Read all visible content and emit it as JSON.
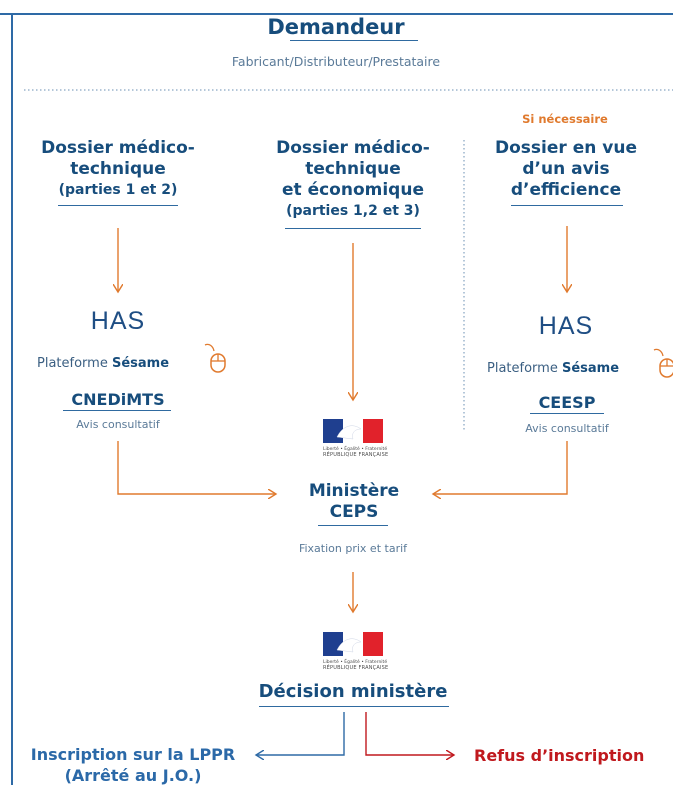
{
  "top": {
    "title": "Demandeur",
    "subtitle": "Fabricant/Distributeur/Prestataire"
  },
  "left": {
    "title_lines": [
      "Dossier médico-",
      "technique",
      "(parties 1 et 2)"
    ],
    "logo": "HAS",
    "platform_prefix": "Plateforme ",
    "platform_name": "Sésame",
    "body": "CNEDiMTS",
    "note": "Avis consultatif"
  },
  "middle": {
    "title_lines": [
      "Dossier médico-",
      "technique",
      "et économique",
      "(parties 1,2 et 3)"
    ],
    "flag_motto": "Liberté • Égalité • Fraternité",
    "flag_name": "RÉPUBLIQUE FRANÇAISE"
  },
  "right": {
    "tag": "Si nécessaire",
    "title_lines": [
      "Dossier en vue",
      "d’un avis",
      "d’efficience"
    ],
    "logo": "HAS",
    "platform_prefix": "Plateforme ",
    "platform_name": "Sésame",
    "body": "CEESP",
    "note": "Avis consultatif"
  },
  "ministry": {
    "title_lines": [
      "Ministère",
      "CEPS"
    ],
    "note": "Fixation prix et tarif"
  },
  "decision": {
    "title": "Décision ministère"
  },
  "outcomes": {
    "positive_lines": [
      "Inscription sur la LPPR",
      "(Arrêté au J.O.)"
    ],
    "negative": "Refus d’inscription"
  },
  "colors": {
    "navy": "#174d7c",
    "orange": "#e07a2e",
    "red": "#c0191e",
    "blue_arrow": "#2e6aa6"
  },
  "icons": [
    "mouse-icon",
    "has-logo",
    "republique-francaise-logo"
  ]
}
